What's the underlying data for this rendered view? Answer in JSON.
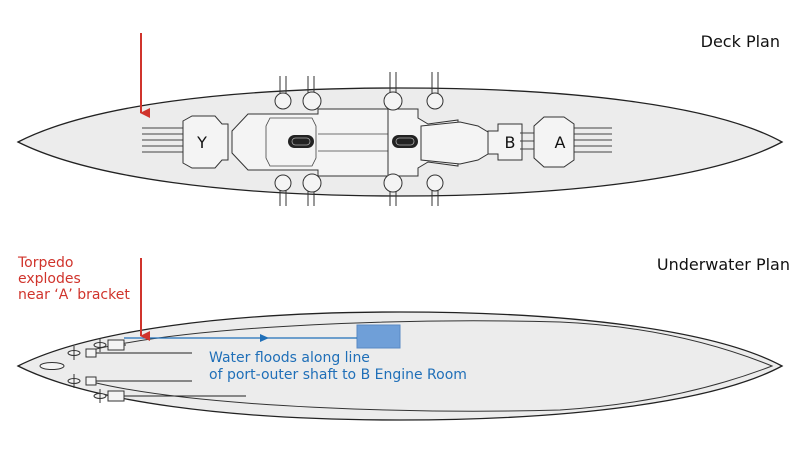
{
  "titles": {
    "deck_plan": "Deck Plan",
    "underwater_plan": "Underwater Plan"
  },
  "turrets": {
    "y": "Y",
    "b": "B",
    "a": "A"
  },
  "annotations": {
    "torpedo_line1": "Torpedo",
    "torpedo_line2": "explodes",
    "torpedo_line3": "near ‘A’ bracket",
    "flood_line1": "Water floods along line",
    "flood_line2": "of port-outer shaft to B Engine Room"
  },
  "colors": {
    "hull_fill": "#ececec",
    "outline": "#222222",
    "impact_arrow": "#d0342c",
    "flood_text": "#1f6fb8",
    "engine_room": "#6f9fd8"
  }
}
